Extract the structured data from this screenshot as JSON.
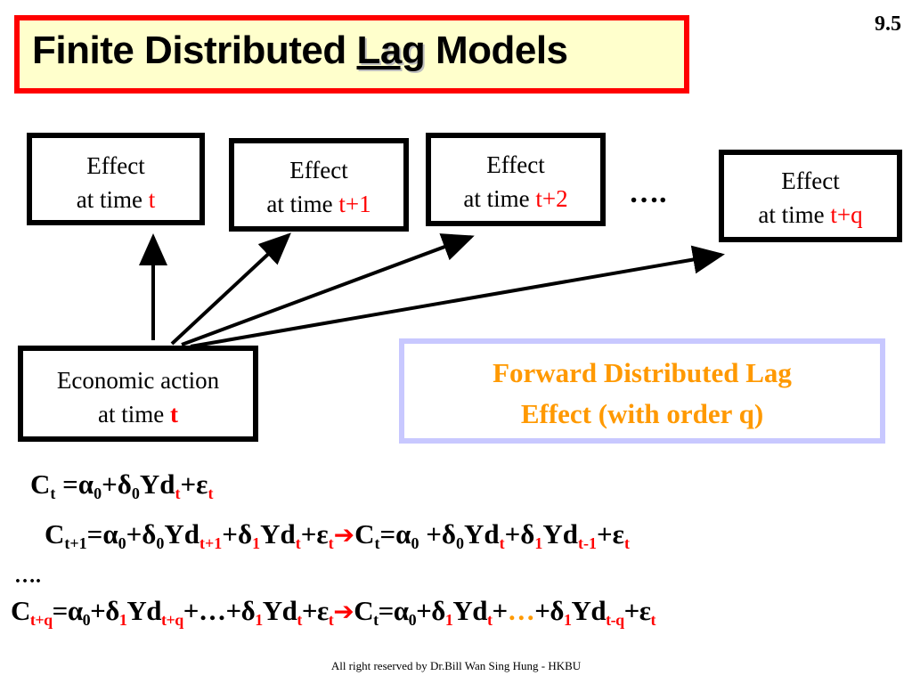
{
  "title": {
    "before": "Finite Distributed ",
    "lag": "Lag",
    "after": " Models"
  },
  "slide_number": "9.5",
  "effect_boxes": [
    {
      "line1": "Effect",
      "line2_prefix": "at time ",
      "time": "t"
    },
    {
      "line1": "Effect",
      "line2_prefix": "at time ",
      "time": "t+1"
    },
    {
      "line1": "Effect",
      "line2_prefix": "at time ",
      "time": "t+2"
    },
    {
      "line1": "Effect",
      "line2_prefix": "at time ",
      "time": "t+q"
    }
  ],
  "ellipsis": "….",
  "action_box": {
    "line1": "Economic action",
    "line2_prefix": "at time ",
    "time": "t"
  },
  "forward_box": {
    "line1": "Forward Distributed Lag",
    "line2": "Effect (with order q)"
  },
  "small_ellipsis": "….",
  "footer": "All right reserved by Dr.Bill Wan Sing Hung - HKBU",
  "colors": {
    "title_border": "#ff0000",
    "title_bg": "#ffffcc",
    "highlight": "#ff0000",
    "forward_text": "#ff9900",
    "forward_border": "#c8c8ff"
  }
}
